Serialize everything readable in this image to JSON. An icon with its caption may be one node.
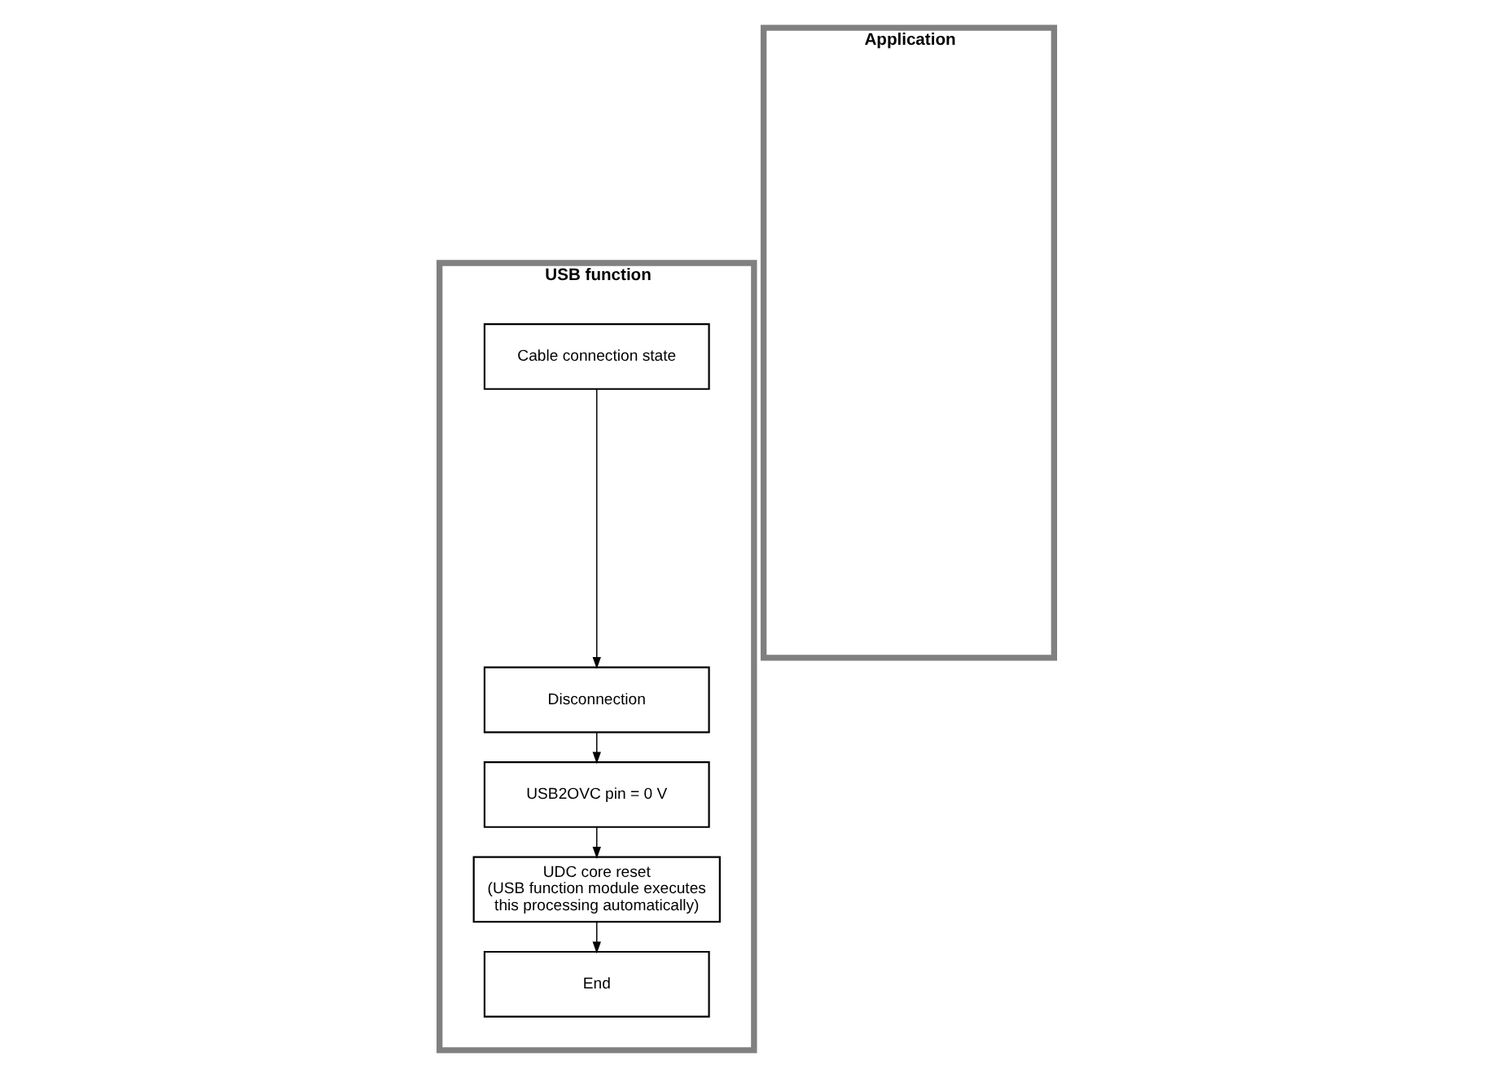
{
  "diagram": {
    "nodes": [
      {
        "text": [
          "USB function"
        ]
      },
      {
        "text": [
          "Cable connection state"
        ],
        "in": 0
      },
      {
        "text": [
          "Disconnection"
        ],
        "in": 0
      },
      {
        "text": [
          "USB2OVC pin = 0 V"
        ],
        "in": 0
      },
      {
        "text": [
          "UDC core reset",
          "(USB function module executes this processing automatically)"
        ],
        "in": 0
      },
      {
        "text": [
          "End"
        ],
        "in": 0
      },
      {
        "text": [
          "Application"
        ]
      }
    ],
    "edges": [
      {
        "from": 1,
        "to": 2,
        "arrow": "to"
      },
      {
        "from": 2,
        "to": 3,
        "arrow": "to"
      },
      {
        "from": 3,
        "to": 4,
        "arrow": "to"
      },
      {
        "from": 4,
        "to": 5,
        "arrow": "to"
      }
    ]
  }
}
